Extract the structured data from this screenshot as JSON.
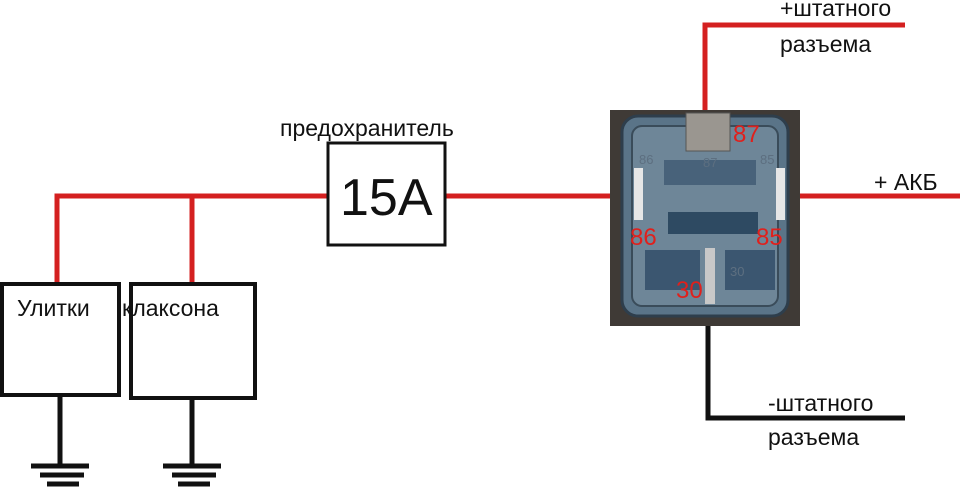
{
  "colors": {
    "positive_wire": "#d42020",
    "negative_wire": "#111111",
    "pin_label": "#e0201c"
  },
  "fuse": {
    "label": "предохранитель",
    "rating": "15A"
  },
  "loads": [
    {
      "label": "Улитки"
    },
    {
      "label": "клаксона"
    }
  ],
  "terminals": {
    "top": {
      "line1": "+штатного",
      "line2": "разъема"
    },
    "right": {
      "label": "+ АКБ"
    },
    "bottom": {
      "line1": "-штатного",
      "line2": "разъема"
    }
  },
  "relay": {
    "pins": {
      "p87": "87",
      "p86": "86",
      "p85": "85",
      "p30": "30"
    },
    "molded": {
      "m86": "86",
      "m85": "85",
      "m87": "87",
      "m30": "30"
    }
  }
}
